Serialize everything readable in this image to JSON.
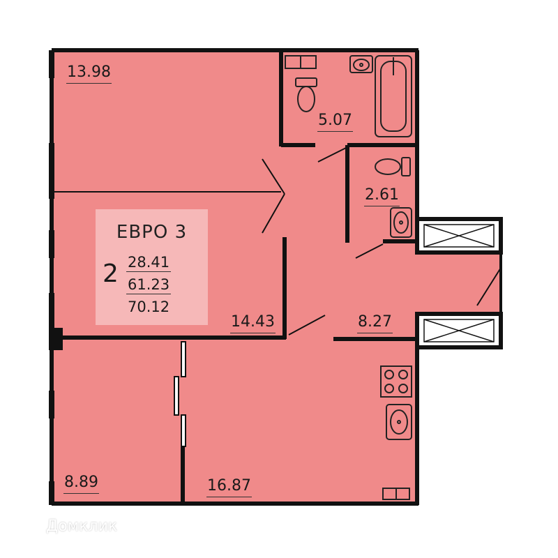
{
  "apartment": {
    "type_label": "ЕВРО 3",
    "rooms": "2",
    "areas": [
      "28.41",
      "61.23",
      "70.12"
    ]
  },
  "rooms": {
    "room_top_left": "13.98",
    "bathroom": "5.07",
    "toilet": "2.61",
    "living_room": "14.43",
    "hallway": "8.27",
    "bedroom_bottom": "8.89",
    "kitchen": "16.87"
  },
  "watermark": "Домклик",
  "colors": {
    "room_fill": "#f08a8a",
    "wall": "#111111",
    "info_box": "#f6b8b8",
    "fixture_stroke": "#222222"
  },
  "icons": [
    "bathtub-icon",
    "sink-icon",
    "toilet-icon",
    "stove-icon",
    "window-icon",
    "door-swing-icon",
    "house-icon"
  ]
}
